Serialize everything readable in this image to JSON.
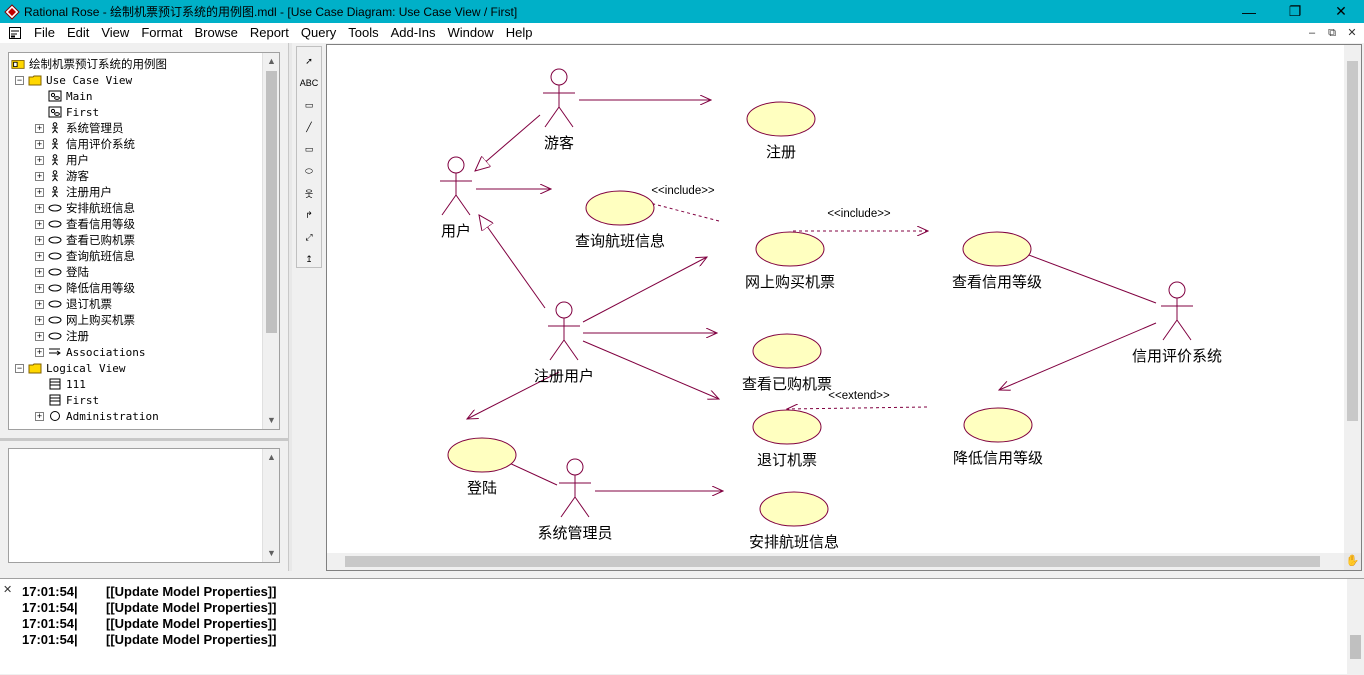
{
  "window": {
    "title": "Rational Rose - 绘制机票预订系统的用例图.mdl - [Use Case Diagram: Use Case View / First]",
    "minimize": "—",
    "restore": "❐",
    "close": "✕"
  },
  "menu": {
    "items": [
      "File",
      "Edit",
      "View",
      "Format",
      "Browse",
      "Report",
      "Query",
      "Tools",
      "Add-Ins",
      "Window",
      "Help"
    ],
    "mdi_min": "–",
    "mdi_restore": "⧉",
    "mdi_close": "✕"
  },
  "browser": {
    "root": "绘制机票预订系统的用例图",
    "rows": [
      {
        "label": "Use Case View",
        "icon": "folder-icon",
        "level": 1,
        "expander": "−",
        "cjk": false
      },
      {
        "label": "Main",
        "icon": "diagram-icon",
        "level": 2,
        "expander": "",
        "cjk": false
      },
      {
        "label": "First",
        "icon": "diagram-icon",
        "level": 2,
        "expander": "",
        "cjk": false
      },
      {
        "label": "系统管理员",
        "icon": "actor-icon",
        "level": 2,
        "expander": "+",
        "cjk": true
      },
      {
        "label": "信用评价系统",
        "icon": "actor-icon",
        "level": 2,
        "expander": "+",
        "cjk": true
      },
      {
        "label": "用户",
        "icon": "actor-icon",
        "level": 2,
        "expander": "+",
        "cjk": true
      },
      {
        "label": "游客",
        "icon": "actor-icon",
        "level": 2,
        "expander": "+",
        "cjk": true
      },
      {
        "label": "注册用户",
        "icon": "actor-icon",
        "level": 2,
        "expander": "+",
        "cjk": true
      },
      {
        "label": "安排航班信息",
        "icon": "usecase-icon",
        "level": 2,
        "expander": "+",
        "cjk": true
      },
      {
        "label": "查看信用等级",
        "icon": "usecase-icon",
        "level": 2,
        "expander": "+",
        "cjk": true
      },
      {
        "label": "查看已购机票",
        "icon": "usecase-icon",
        "level": 2,
        "expander": "+",
        "cjk": true
      },
      {
        "label": "查询航班信息",
        "icon": "usecase-icon",
        "level": 2,
        "expander": "+",
        "cjk": true
      },
      {
        "label": "登陆",
        "icon": "usecase-icon",
        "level": 2,
        "expander": "+",
        "cjk": true
      },
      {
        "label": "降低信用等级",
        "icon": "usecase-icon",
        "level": 2,
        "expander": "+",
        "cjk": true
      },
      {
        "label": "退订机票",
        "icon": "usecase-icon",
        "level": 2,
        "expander": "+",
        "cjk": true
      },
      {
        "label": "网上购买机票",
        "icon": "usecase-icon",
        "level": 2,
        "expander": "+",
        "cjk": true
      },
      {
        "label": "注册",
        "icon": "usecase-icon",
        "level": 2,
        "expander": "+",
        "cjk": true
      },
      {
        "label": "Associations",
        "icon": "associations-icon",
        "level": 2,
        "expander": "+",
        "cjk": false
      },
      {
        "label": "Logical View",
        "icon": "folder-icon",
        "level": 1,
        "expander": "−",
        "cjk": false
      },
      {
        "label": "111",
        "icon": "class-diagram-icon",
        "level": 2,
        "expander": "",
        "cjk": false
      },
      {
        "label": "First",
        "icon": "class-diagram-icon",
        "level": 2,
        "expander": "",
        "cjk": false
      },
      {
        "label": "Administration",
        "icon": "interface-icon",
        "level": 2,
        "expander": "+",
        "cjk": false
      }
    ]
  },
  "toolbox": {
    "tools": [
      {
        "name": "selection-tool",
        "glyph": "➚"
      },
      {
        "name": "text-tool",
        "glyph": "ABC"
      },
      {
        "name": "note-tool",
        "glyph": "▭"
      },
      {
        "name": "anchor-note-tool",
        "glyph": "╱"
      },
      {
        "name": "package-tool",
        "glyph": "▭"
      },
      {
        "name": "use-case-tool",
        "glyph": "⬭"
      },
      {
        "name": "actor-tool",
        "glyph": "웃"
      },
      {
        "name": "unidirectional-association-tool",
        "glyph": "↱"
      },
      {
        "name": "dependency-tool",
        "glyph": "⤢"
      },
      {
        "name": "generalization-tool",
        "glyph": "↥"
      }
    ]
  },
  "diagram": {
    "actors": [
      {
        "id": "youke",
        "label": "游客"
      },
      {
        "id": "yonghu",
        "label": "用户"
      },
      {
        "id": "zhuce_user",
        "label": "注册用户"
      },
      {
        "id": "admin",
        "label": "系统管理员"
      },
      {
        "id": "credit_sys",
        "label": "信用评价系统"
      }
    ],
    "usecases": [
      {
        "id": "zhuce",
        "label": "注册"
      },
      {
        "id": "chaxun",
        "label": "查询航班信息"
      },
      {
        "id": "goumai",
        "label": "网上购买机票"
      },
      {
        "id": "xinyong",
        "label": "查看信用等级"
      },
      {
        "id": "yigou",
        "label": "查看已购机票"
      },
      {
        "id": "tuiding",
        "label": "退订机票"
      },
      {
        "id": "jiangdi",
        "label": "降低信用等级"
      },
      {
        "id": "denglu",
        "label": "登陆"
      },
      {
        "id": "anpai",
        "label": "安排航班信息"
      }
    ],
    "associations": [
      {
        "from": "youke",
        "to": "zhuce",
        "kind": "association",
        "label": ""
      },
      {
        "from": "youke",
        "to": "yonghu",
        "kind": "generalization",
        "label": ""
      },
      {
        "from": "yonghu",
        "to": "chaxun",
        "kind": "association",
        "label": ""
      },
      {
        "from": "zhuce_user",
        "to": "yonghu",
        "kind": "generalization",
        "label": ""
      },
      {
        "from": "goumai",
        "to": "chaxun",
        "kind": "dependency",
        "label": "<<include>>"
      },
      {
        "from": "goumai",
        "to": "xinyong",
        "kind": "dependency",
        "label": "<<include>>"
      },
      {
        "from": "zhuce_user",
        "to": "goumai",
        "kind": "association",
        "label": ""
      },
      {
        "from": "zhuce_user",
        "to": "yigou",
        "kind": "association",
        "label": ""
      },
      {
        "from": "zhuce_user",
        "to": "tuiding",
        "kind": "association",
        "label": ""
      },
      {
        "from": "zhuce_user",
        "to": "denglu",
        "kind": "association",
        "label": ""
      },
      {
        "from": "jiangdi",
        "to": "tuiding",
        "kind": "dependency",
        "label": "<<extend>>"
      },
      {
        "from": "credit_sys",
        "to": "xinyong",
        "kind": "association",
        "label": ""
      },
      {
        "from": "credit_sys",
        "to": "jiangdi",
        "kind": "association",
        "label": ""
      },
      {
        "from": "admin",
        "to": "denglu",
        "kind": "association",
        "label": ""
      },
      {
        "from": "admin",
        "to": "anpai",
        "kind": "association",
        "label": ""
      }
    ],
    "colors": {
      "line": "#800040",
      "usecase_fill": "#ffffc0"
    }
  },
  "log": {
    "lines": [
      {
        "time": "17:01:54|",
        "text": "[[Update Model Properties]]"
      },
      {
        "time": "17:01:54|",
        "text": "[[Update Model Properties]]"
      },
      {
        "time": "17:01:54|",
        "text": "[[Update Model Properties]]"
      },
      {
        "time": "17:01:54|",
        "text": "[[Update Model Properties]]"
      }
    ],
    "close": "✕"
  }
}
